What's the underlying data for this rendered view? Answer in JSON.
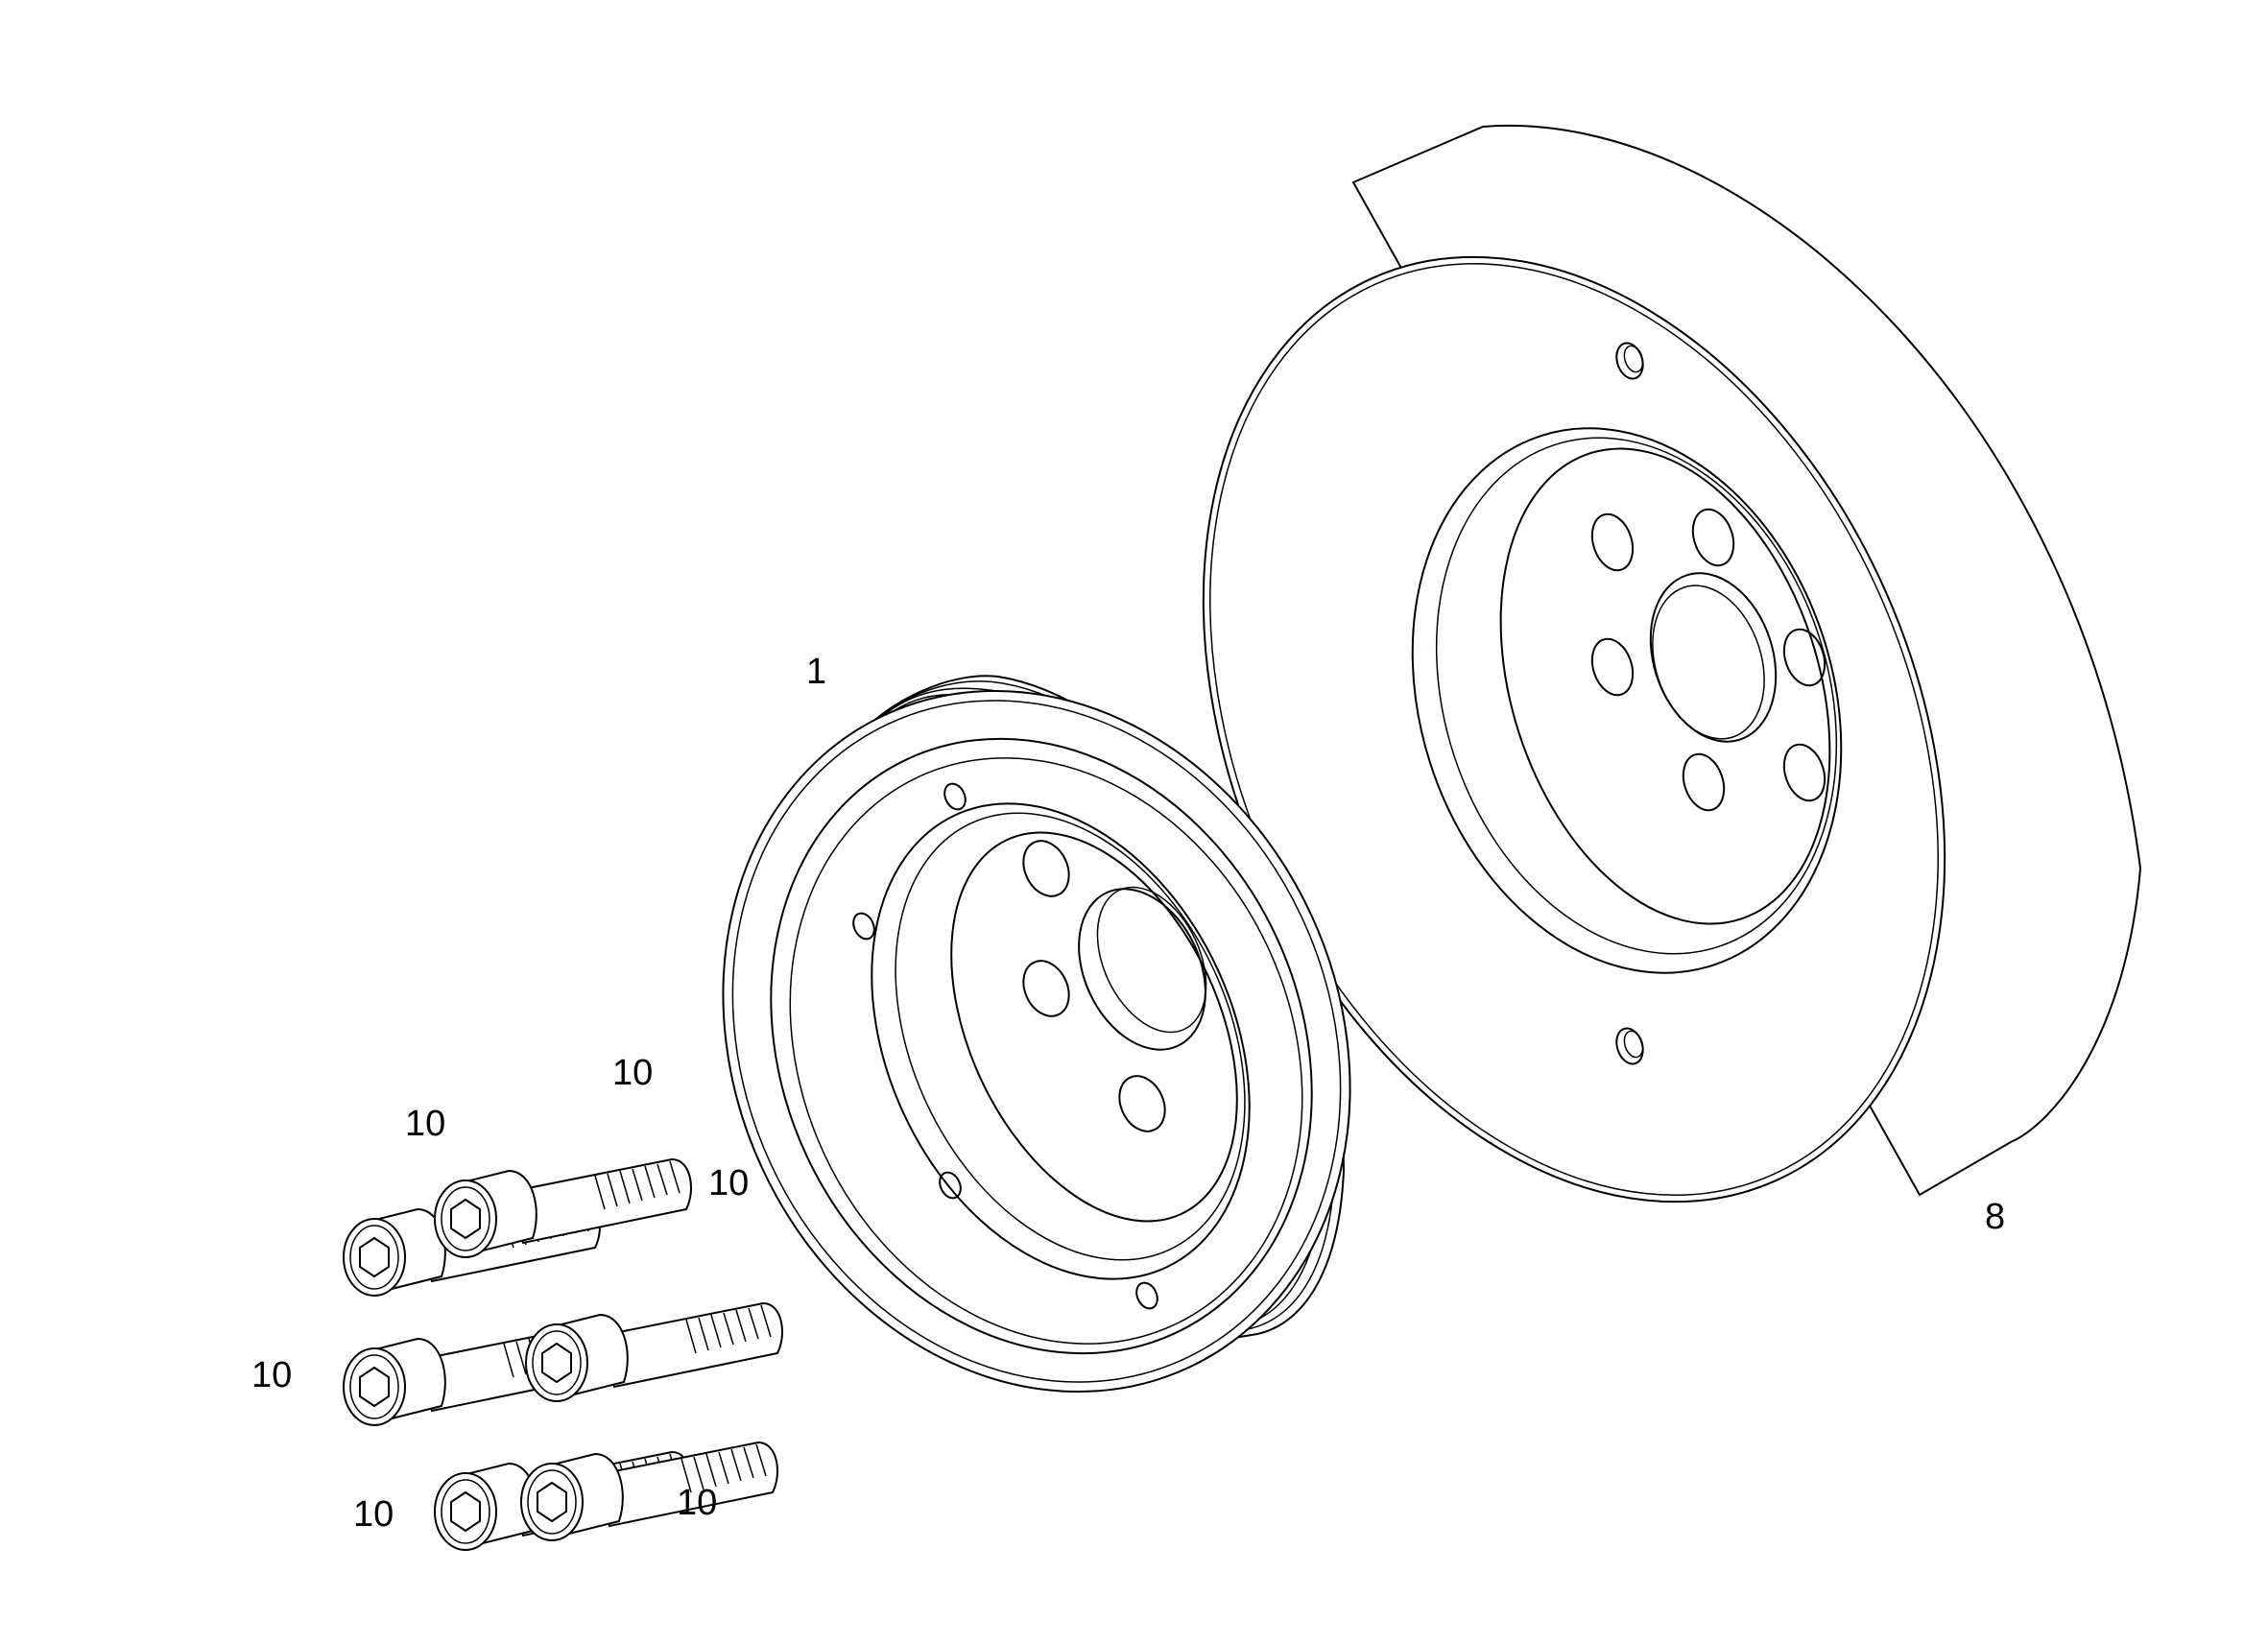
{
  "diagram": {
    "parts": [
      {
        "id": "pulley",
        "label": "1"
      },
      {
        "id": "damper",
        "label": "8"
      },
      {
        "id": "screw-a",
        "label": "10"
      },
      {
        "id": "screw-b",
        "label": "10"
      },
      {
        "id": "screw-c",
        "label": "10"
      },
      {
        "id": "screw-d",
        "label": "10"
      },
      {
        "id": "screw-e",
        "label": "10"
      },
      {
        "id": "screw-f",
        "label": "10"
      }
    ]
  },
  "colors": {
    "line": "#000000",
    "background": "#ffffff"
  }
}
